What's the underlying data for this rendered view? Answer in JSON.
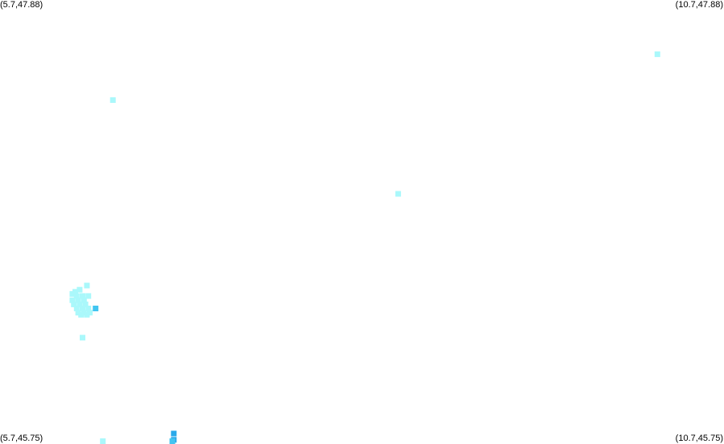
{
  "corners": {
    "top_left": "(5.7,47.88)",
    "top_right": "(10.7,47.88)",
    "bottom_left": "(5.7,45.75)",
    "bottom_right": "(10.7,45.75)"
  },
  "bounds": {
    "lon_min": 5.7,
    "lon_max": 10.7,
    "lat_min": 45.75,
    "lat_max": 47.88
  },
  "colors": {
    "light": "#aaf8fb",
    "medium": "#42c5f1",
    "dark": "#2aa9ea",
    "background": "#ffffff"
  },
  "cells": [
    {
      "lon": 10.24,
      "lat": 47.62,
      "color": "light"
    },
    {
      "lon": 6.48,
      "lat": 47.4,
      "color": "light"
    },
    {
      "lon": 8.45,
      "lat": 46.95,
      "color": "light"
    },
    {
      "lon": 6.3,
      "lat": 46.51,
      "color": "light"
    },
    {
      "lon": 6.25,
      "lat": 46.49,
      "color": "light"
    },
    {
      "lon": 6.22,
      "lat": 46.48,
      "color": "light"
    },
    {
      "lon": 6.2,
      "lat": 46.47,
      "color": "light"
    },
    {
      "lon": 6.23,
      "lat": 46.46,
      "color": "light"
    },
    {
      "lon": 6.27,
      "lat": 46.46,
      "color": "light"
    },
    {
      "lon": 6.31,
      "lat": 46.46,
      "color": "light"
    },
    {
      "lon": 6.2,
      "lat": 46.44,
      "color": "light"
    },
    {
      "lon": 6.24,
      "lat": 46.44,
      "color": "light"
    },
    {
      "lon": 6.28,
      "lat": 46.44,
      "color": "light"
    },
    {
      "lon": 6.21,
      "lat": 46.42,
      "color": "light"
    },
    {
      "lon": 6.25,
      "lat": 46.42,
      "color": "light"
    },
    {
      "lon": 6.29,
      "lat": 46.42,
      "color": "light"
    },
    {
      "lon": 6.23,
      "lat": 46.4,
      "color": "light"
    },
    {
      "lon": 6.27,
      "lat": 46.4,
      "color": "light"
    },
    {
      "lon": 6.31,
      "lat": 46.4,
      "color": "light"
    },
    {
      "lon": 6.36,
      "lat": 46.4,
      "color": "medium"
    },
    {
      "lon": 6.24,
      "lat": 46.38,
      "color": "light"
    },
    {
      "lon": 6.28,
      "lat": 46.38,
      "color": "light"
    },
    {
      "lon": 6.32,
      "lat": 46.38,
      "color": "light"
    },
    {
      "lon": 6.26,
      "lat": 46.37,
      "color": "light"
    },
    {
      "lon": 6.3,
      "lat": 46.37,
      "color": "light"
    },
    {
      "lon": 6.27,
      "lat": 46.26,
      "color": "light"
    },
    {
      "lon": 6.41,
      "lat": 45.76,
      "color": "light"
    },
    {
      "lon": 6.9,
      "lat": 45.8,
      "color": "dark"
    },
    {
      "lon": 6.9,
      "lat": 45.77,
      "color": "dark"
    },
    {
      "lon": 6.89,
      "lat": 45.76,
      "color": "medium"
    }
  ]
}
